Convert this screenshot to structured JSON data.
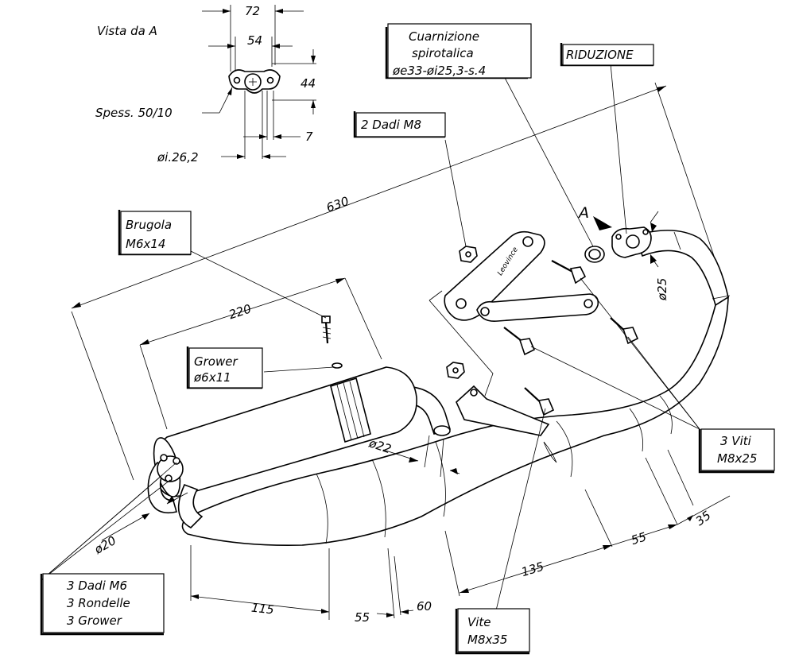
{
  "view": {
    "title": "Vista da A",
    "thickness_label": "Spess. 50/10",
    "inner_diameter_label": "øi.26,2",
    "dim_72": "72",
    "dim_54": "54",
    "dim_44": "44",
    "dim_7": "7",
    "view_marker": "A"
  },
  "callouts": {
    "gasket_line1": "Cuarnizione",
    "gasket_line2": "spirotalica",
    "gasket_line3": "øe33-øi25,3-s.4",
    "reduction": "RIDUZIONE",
    "nuts_m8": "2 Dadi M8",
    "allen_line1": "Brugola",
    "allen_line2": "M6x14",
    "grower_line1": "Grower",
    "grower_line2": "ø6x11",
    "screws_line1": "3 Viti",
    "screws_line2": "M8x25",
    "kit_line1": "3 Dadi M6",
    "kit_line2": "3 Rondelle",
    "kit_line3": "3 Grower",
    "bolt_line1": "Vite",
    "bolt_line2": "M8x35"
  },
  "dimensions": {
    "overall": "630",
    "silencer": "220",
    "d20": "ø20",
    "d22": "ø22",
    "d25": "ø25",
    "seg115": "115",
    "seg55a": "55",
    "seg60": "60",
    "seg135": "135",
    "seg55b": "55",
    "seg35": "35"
  },
  "brand_mark": "Leovince"
}
